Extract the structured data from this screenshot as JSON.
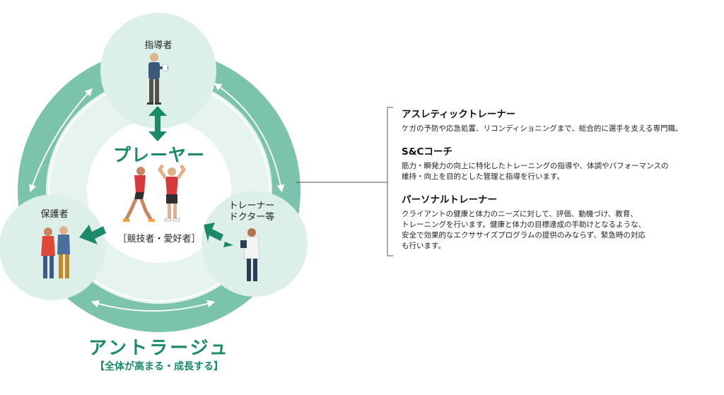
{
  "roles": {
    "coach": "指導者",
    "guardian": "保護者",
    "trainer": "トレーナー\nドクター等"
  },
  "center": {
    "title": "プレーヤー",
    "subtitle": "［競技者・愛好者］"
  },
  "entourage": {
    "title": "アントラージュ",
    "subtitle": "【全体が高まる・成長する】"
  },
  "panel": {
    "items": [
      {
        "title": "アスレティックトレーナー",
        "description": "ケガの予防や応急処置、リコンディショニングまで、総合的に選手を支える専門職。"
      },
      {
        "title": "S&Cコーチ",
        "description": "筋力・瞬発力の向上に特化したトレーニングの指導や、体調やパフォーマンスの\n維持・向上を目的とした管理と指導を行います。"
      },
      {
        "title": "パーソナルトレーナー",
        "description": "クライアントの健康と体力のニーズに対して、評価、動機づけ、教育、\nトレーニングを行います。健康と体力の目標達成の手助けとなるような、\n安全で効果的なエクササイズプログラムの提供のみならず、緊急時の対応\nも行います。"
      }
    ]
  },
  "colors": {
    "ring": "#7cc3ad",
    "lobe": "#dcefe8",
    "center": "#eef7f3",
    "accent": "#1c8a6a"
  }
}
